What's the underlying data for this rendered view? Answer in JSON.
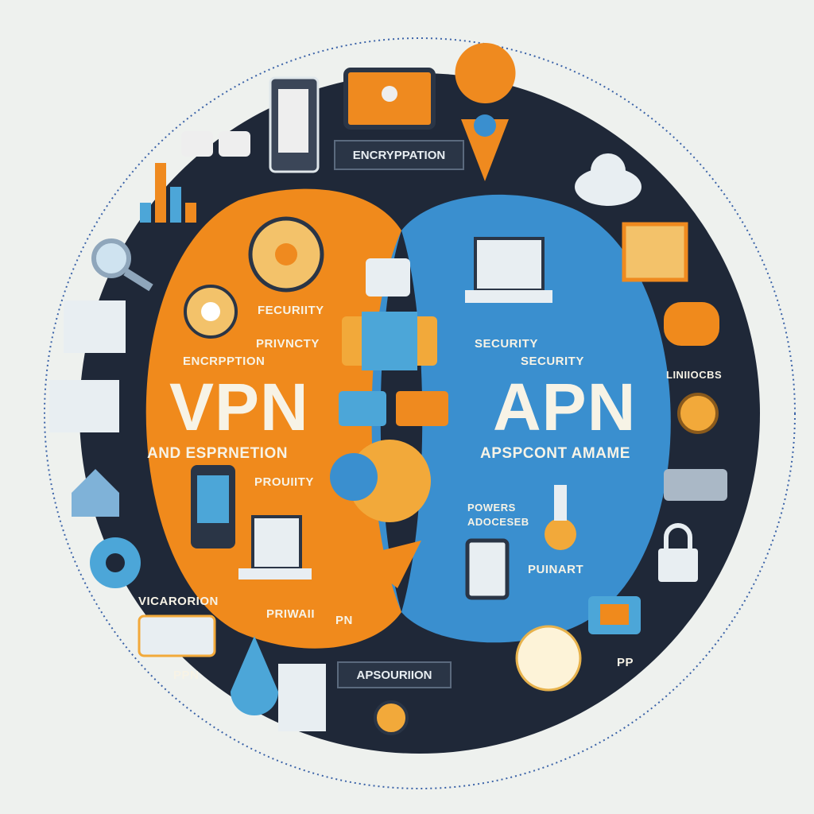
{
  "colors": {
    "background": "#eef1ee",
    "ring": "#1f2838",
    "vpn_orange": "#f08a1c",
    "apn_blue": "#3a8fcf",
    "text": "#f7f3e6"
  },
  "top_label": "ENCRYPPATION",
  "vpn": {
    "title": "VPN",
    "subtitle": "AND ESPRNETION",
    "labels": [
      "FECURIITY",
      "PRIVNCTY",
      "ENCRPPTION",
      "PROUIITY",
      "PRIWAII",
      "PN"
    ]
  },
  "apn": {
    "title": "APN",
    "subtitle": "APSPCONT AMAME",
    "labels": [
      "SECURITY",
      "SECURITY",
      "POWERS",
      "ADOCESEB",
      "PUINART"
    ]
  },
  "outer_labels": {
    "right": "LINIIOCBS",
    "left_bottom": "VICARORION",
    "bottom_left": "PPN",
    "bottom_box": "APSOURIION",
    "bottom_right": "PP"
  },
  "icons": [
    "monitor-lock-icon",
    "tablet-icon",
    "location-pin-icon",
    "chat-bubbles-icon",
    "bar-chart-icon",
    "cloud-icon",
    "magnifier-icon",
    "document-icon",
    "house-lock-icon",
    "gear-icon",
    "padlock-icon",
    "globe-icon",
    "server-icon",
    "smartphone-icon",
    "laptop-icon",
    "key-icon",
    "sun-gear-icon",
    "wifi-icon"
  ]
}
